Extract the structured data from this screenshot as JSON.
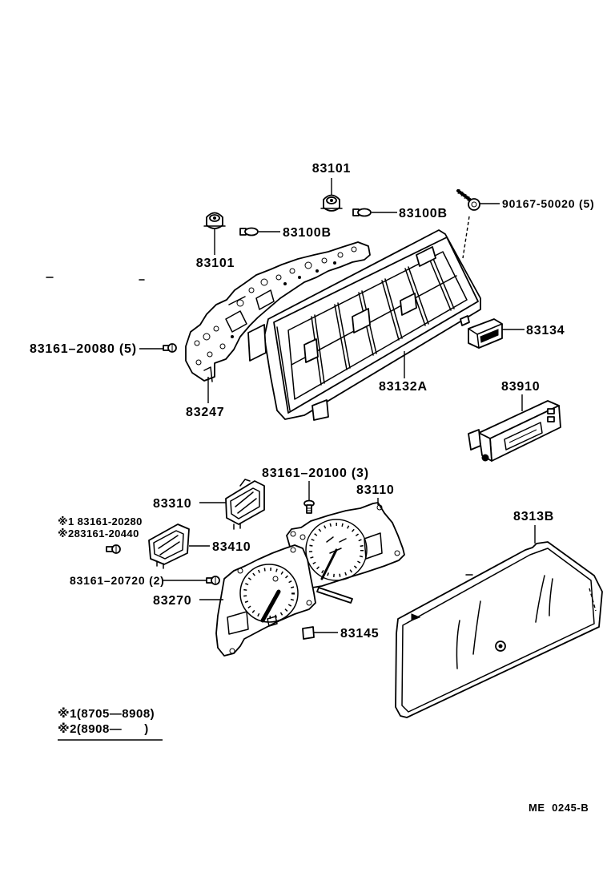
{
  "diagram": {
    "callouts": {
      "socket_upper": "83101",
      "case_screw": "90167-50020 (5)",
      "bulb_upper": "83100B",
      "bulb_lower": "83100B",
      "socket_lower": "83101",
      "plate_screw": "83161–20080 (5)",
      "part_83134": "83134",
      "meter_case": "83132A",
      "part_83910": "83910",
      "part_83247": "83247",
      "gauge_screw": "83161–20100 (3)",
      "upper_dial": "83110",
      "gauge_83310": "83310",
      "alt_screw_1": "※1 83161-20280",
      "alt_screw_2": "※283161-20440",
      "gauge_83410": "83410",
      "dial_screw": "83161–20720 (2)",
      "lower_dial": "83270",
      "part_83145": "83145",
      "glass": "8313B"
    }
  },
  "legend": {
    "note_1": "※1(8705—8908)",
    "note_2": "※2(8908—      )"
  },
  "footer": {
    "code": "ME  0245-B"
  }
}
